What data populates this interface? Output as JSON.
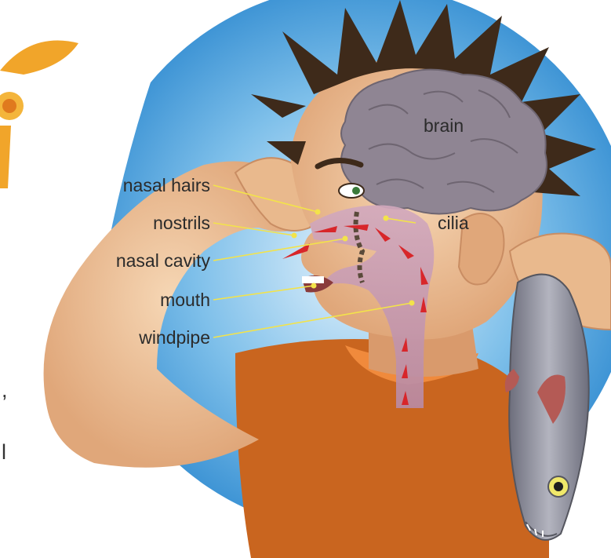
{
  "labels": {
    "brain": "brain",
    "nasal_hairs": "nasal hairs",
    "nostrils": "nostrils",
    "nasal_cavity": "nasal cavity",
    "mouth": "mouth",
    "windpipe": "windpipe",
    "cilia": "cilia"
  },
  "edge_text": {
    "line1": ",",
    "line2": "l"
  },
  "colors": {
    "background_circle": "#3f9ad8",
    "background_circle_light": "#bfe0f6",
    "skin": "#e9b98d",
    "skin_shadow": "#c98d63",
    "shirt": "#c9651f",
    "hair": "#3e2a1a",
    "brain": "#8f8593",
    "airway": "#c99fb4",
    "leader_line": "#f3e34a",
    "flow_arrow": "#d8262a",
    "fish_body": "#8b8c98",
    "fish_fin": "#b45a55",
    "logo": "#f1a52a"
  },
  "icons": {
    "flow_arrows": "red-dashed-arrows",
    "corner_logo": "orange-sun-logo",
    "fish": "fish-illustration"
  }
}
